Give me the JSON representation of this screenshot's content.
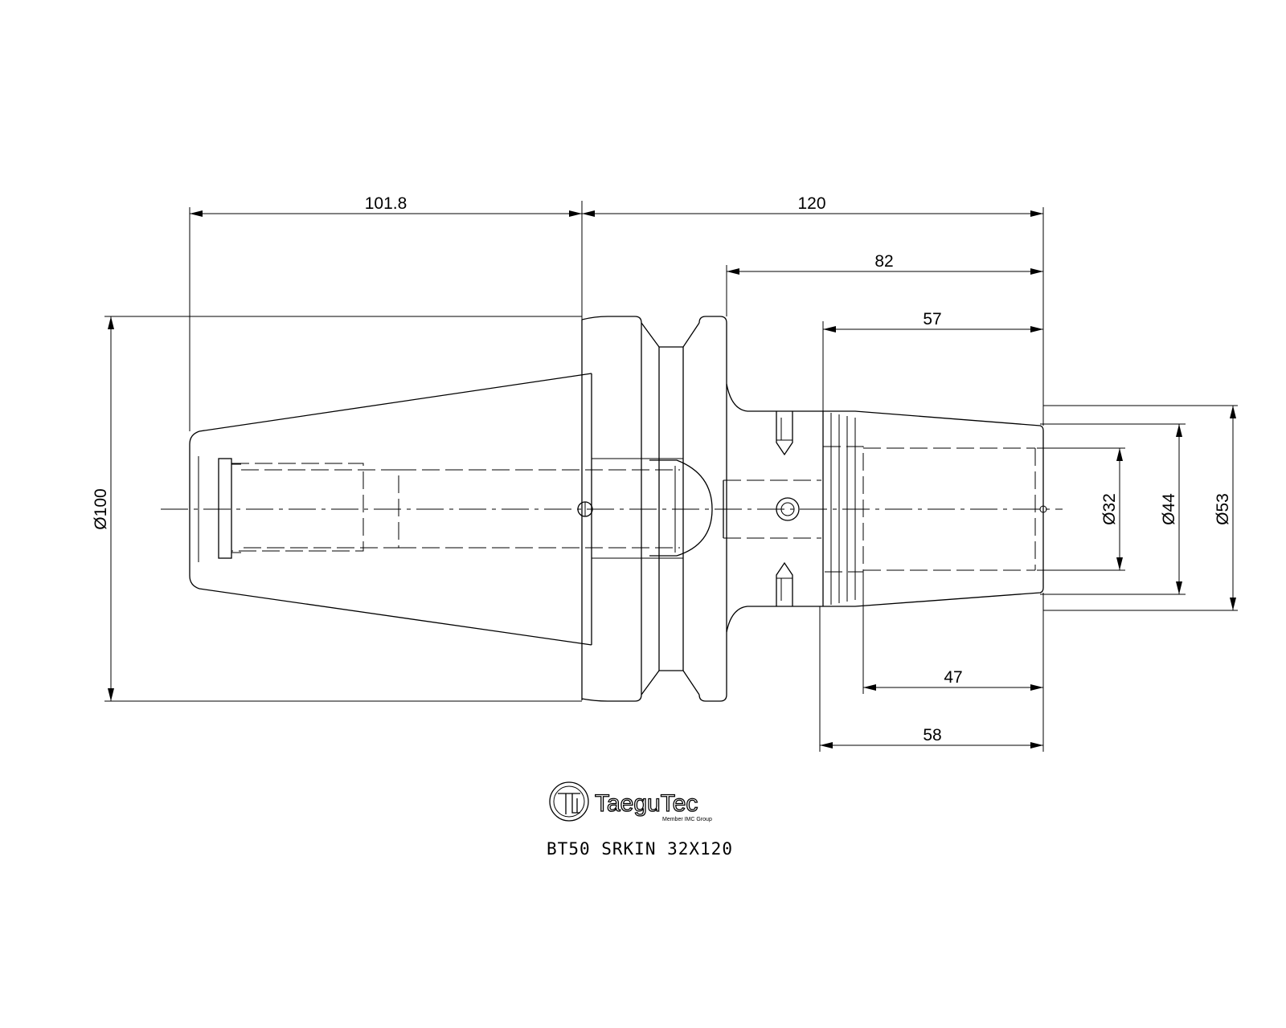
{
  "dimensions": {
    "d100": "Ø100",
    "l101_8": "101.8",
    "l120": "120",
    "l82": "82",
    "l57": "57",
    "l47": "47",
    "l58": "58",
    "d32": "Ø32",
    "d44": "Ø44",
    "d53": "Ø53"
  },
  "brand": {
    "name": "TaeguTec",
    "tagline": "Member IMC Group"
  },
  "part_number": "BT50 SRKIN 32X120"
}
